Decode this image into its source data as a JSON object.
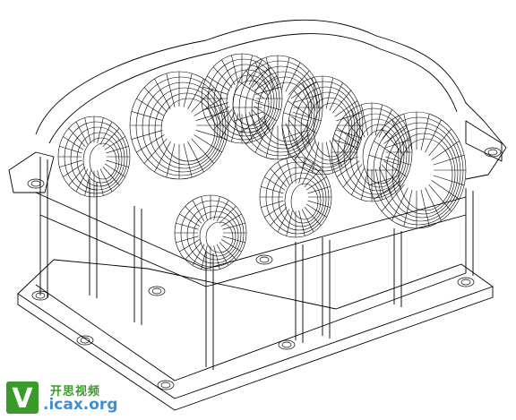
{
  "watermark": {
    "cn_text": "开思视频",
    "url_text": ".icax.org",
    "logo_letter": "V",
    "colors": {
      "green": "#3a9a2a",
      "blue": "#3f8fd0"
    }
  },
  "drawing": {
    "style": "wireframe",
    "line_color": "#000000",
    "background": "#ffffff"
  }
}
